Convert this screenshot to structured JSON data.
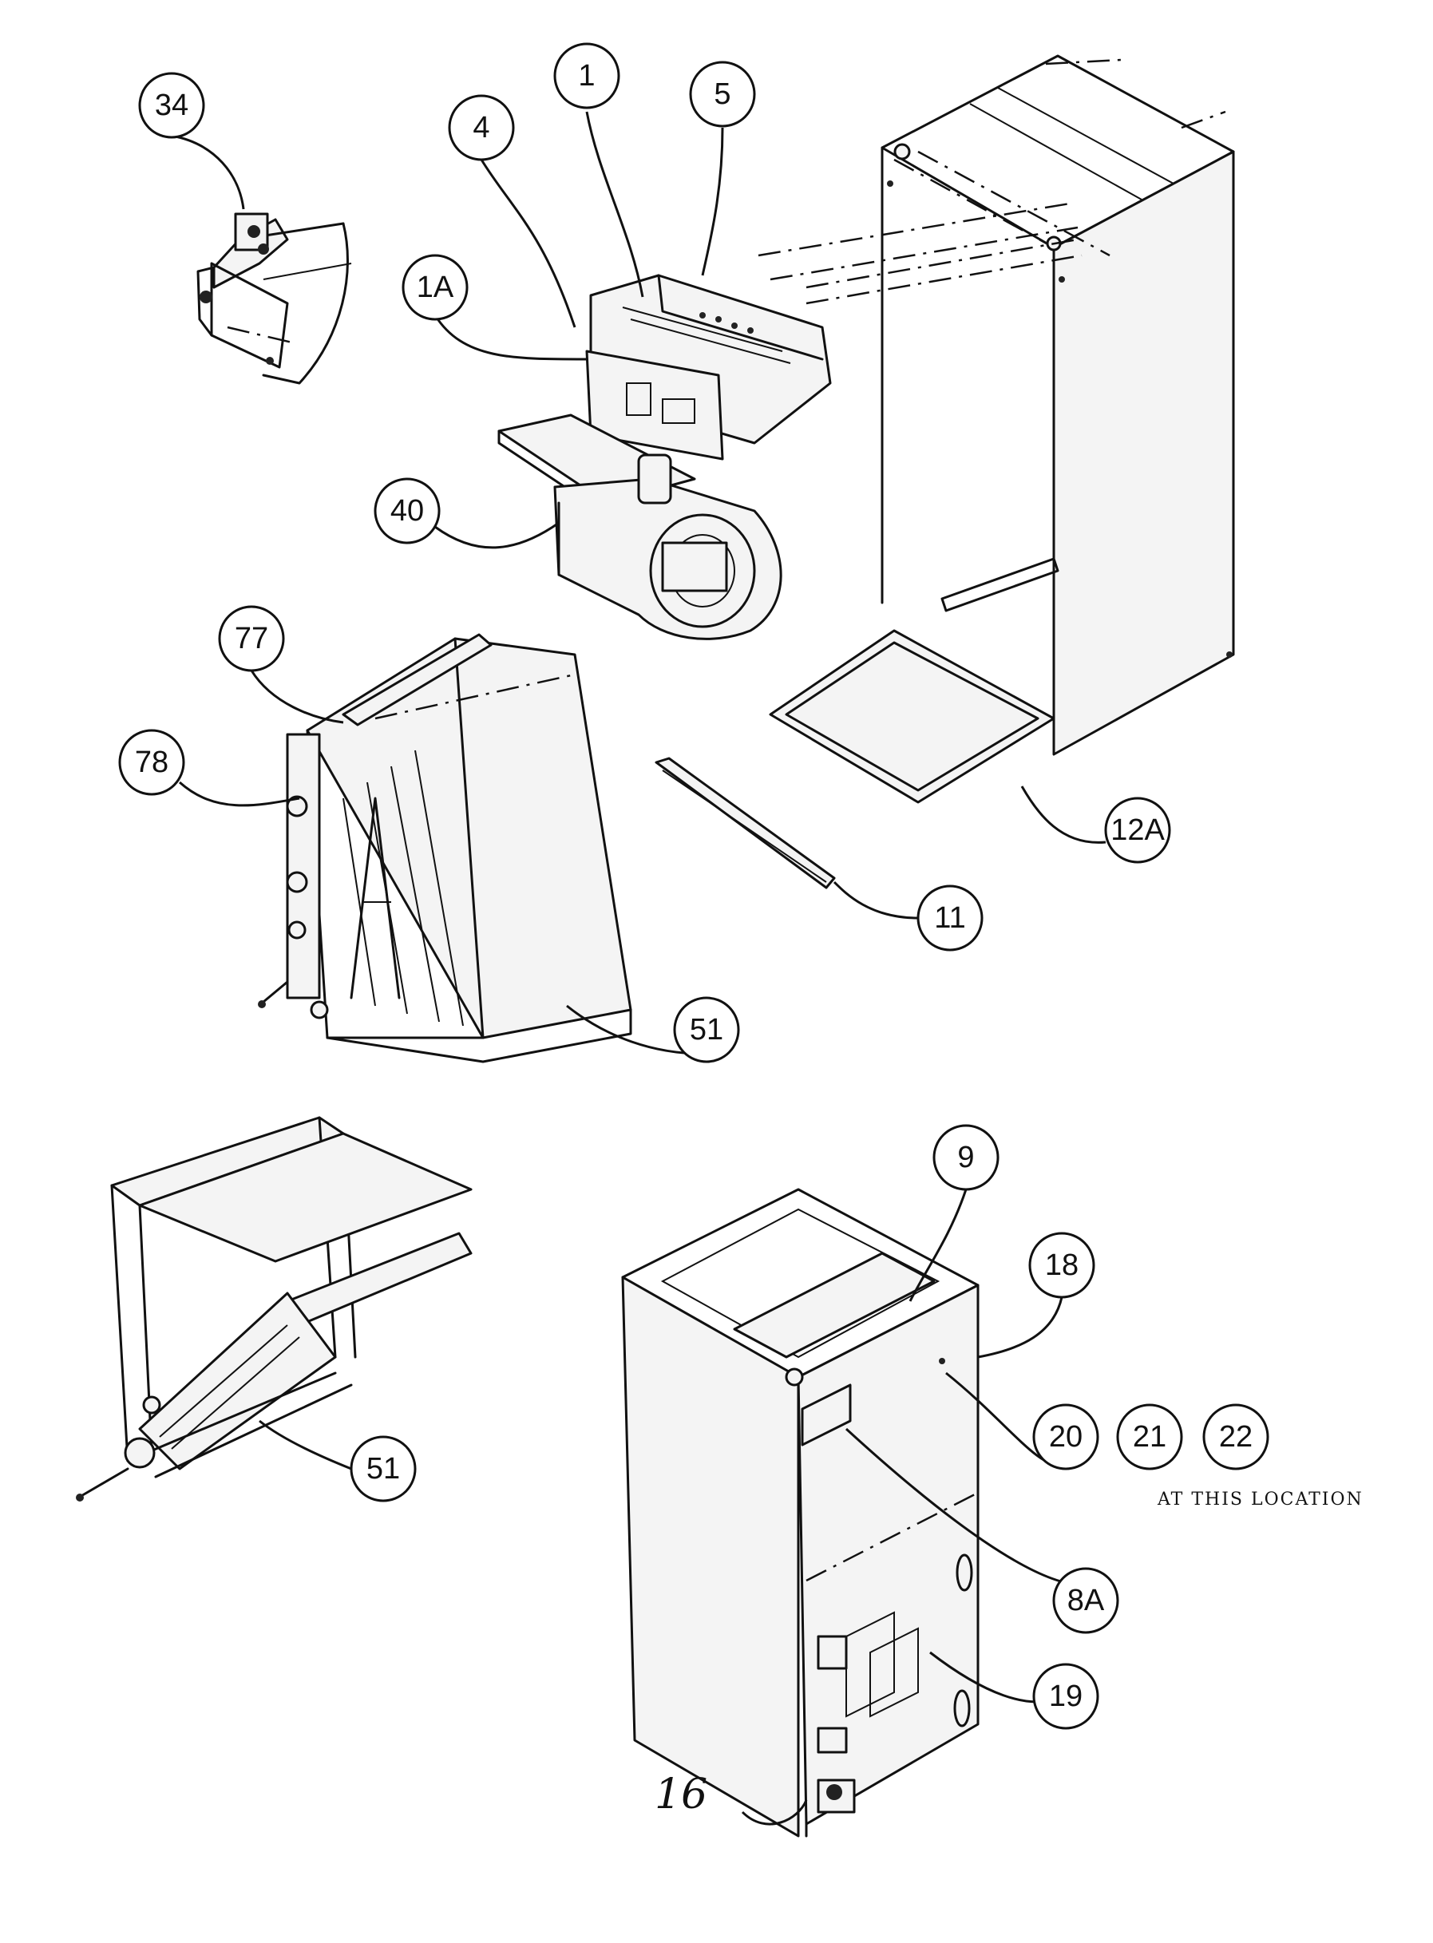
{
  "callouts": {
    "c34": "34",
    "c4": "4",
    "c1": "1",
    "c5": "5",
    "c1a": "1A",
    "c40": "40",
    "c77": "77",
    "c78": "78",
    "c12a": "12A",
    "c11": "11",
    "c51_top": "51",
    "c51_bottom": "51",
    "c9": "9",
    "c18": "18",
    "c20": "20",
    "c21": "21",
    "c22": "22",
    "c8a": "8A",
    "c19": "19"
  },
  "handwritten": {
    "c16": "16"
  },
  "notes": {
    "location_note": "AT THIS LOCATION"
  }
}
